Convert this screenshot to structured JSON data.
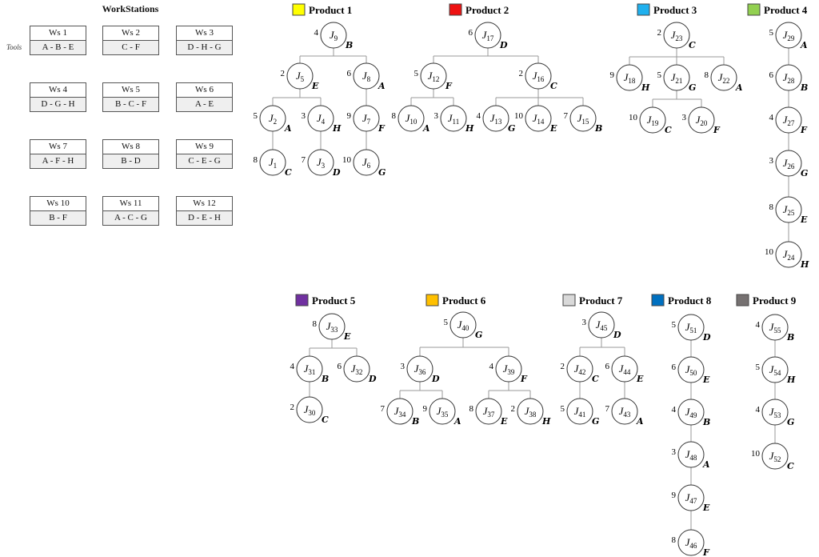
{
  "workstations": {
    "title": "WorkStations",
    "tools_label": "Tools",
    "items": [
      {
        "name": "Ws 1",
        "tools": "A - B - E"
      },
      {
        "name": "Ws 2",
        "tools": "C - F"
      },
      {
        "name": "Ws 3",
        "tools": "D - H - G"
      },
      {
        "name": "Ws 4",
        "tools": "D - G - H"
      },
      {
        "name": "Ws 5",
        "tools": "B - C - F"
      },
      {
        "name": "Ws 6",
        "tools": "A - E"
      },
      {
        "name": "Ws 7",
        "tools": "A - F - H"
      },
      {
        "name": "Ws 8",
        "tools": "B - D"
      },
      {
        "name": "Ws 9",
        "tools": "C - E - G"
      },
      {
        "name": "Ws 10",
        "tools": "B - F"
      },
      {
        "name": "Ws 11",
        "tools": "A - C - G"
      },
      {
        "name": "Ws 12",
        "tools": "D - E - H"
      }
    ]
  },
  "job_prefix": "J",
  "products": [
    {
      "title": "Product 1",
      "color": "#ffff00",
      "nodes": [
        {
          "job": "9",
          "time": "4",
          "tool": "B",
          "parent": null
        },
        {
          "job": "5",
          "time": "2",
          "tool": "E",
          "parent": "9"
        },
        {
          "job": "8",
          "time": "6",
          "tool": "A",
          "parent": "9"
        },
        {
          "job": "2",
          "time": "5",
          "tool": "A",
          "parent": "5"
        },
        {
          "job": "4",
          "time": "3",
          "tool": "H",
          "parent": "5"
        },
        {
          "job": "7",
          "time": "9",
          "tool": "F",
          "parent": "8"
        },
        {
          "job": "1",
          "time": "8",
          "tool": "C",
          "parent": "2"
        },
        {
          "job": "3",
          "time": "7",
          "tool": "D",
          "parent": "4"
        },
        {
          "job": "6",
          "time": "10",
          "tool": "G",
          "parent": "7"
        }
      ]
    },
    {
      "title": "Product 2",
      "color": "#ee1111",
      "nodes": [
        {
          "job": "17",
          "time": "6",
          "tool": "D",
          "parent": null
        },
        {
          "job": "12",
          "time": "5",
          "tool": "F",
          "parent": "17"
        },
        {
          "job": "16",
          "time": "2",
          "tool": "C",
          "parent": "17"
        },
        {
          "job": "10",
          "time": "8",
          "tool": "A",
          "parent": "12"
        },
        {
          "job": "11",
          "time": "3",
          "tool": "H",
          "parent": "12"
        },
        {
          "job": "13",
          "time": "4",
          "tool": "G",
          "parent": "16"
        },
        {
          "job": "14",
          "time": "10",
          "tool": "E",
          "parent": "16"
        },
        {
          "job": "15",
          "time": "7",
          "tool": "B",
          "parent": "16"
        }
      ]
    },
    {
      "title": "Product 3",
      "color": "#1fb0ee",
      "nodes": [
        {
          "job": "23",
          "time": "2",
          "tool": "C",
          "parent": null
        },
        {
          "job": "18",
          "time": "9",
          "tool": "H",
          "parent": "23"
        },
        {
          "job": "21",
          "time": "5",
          "tool": "G",
          "parent": "23"
        },
        {
          "job": "22",
          "time": "8",
          "tool": "A",
          "parent": "23"
        },
        {
          "job": "19",
          "time": "10",
          "tool": "C",
          "parent": "21"
        },
        {
          "job": "20",
          "time": "3",
          "tool": "F",
          "parent": "21"
        }
      ]
    },
    {
      "title": "Product 4",
      "color": "#92d050",
      "nodes": [
        {
          "job": "29",
          "time": "5",
          "tool": "A",
          "parent": null
        },
        {
          "job": "28",
          "time": "6",
          "tool": "B",
          "parent": "29"
        },
        {
          "job": "27",
          "time": "4",
          "tool": "F",
          "parent": "28"
        },
        {
          "job": "26",
          "time": "3",
          "tool": "G",
          "parent": "27"
        },
        {
          "job": "25",
          "time": "8",
          "tool": "E",
          "parent": "26"
        },
        {
          "job": "24",
          "time": "10",
          "tool": "H",
          "parent": "25"
        }
      ]
    },
    {
      "title": "Product 5",
      "color": "#7030a0",
      "nodes": [
        {
          "job": "33",
          "time": "8",
          "tool": "E",
          "parent": null
        },
        {
          "job": "31",
          "time": "4",
          "tool": "B",
          "parent": "33"
        },
        {
          "job": "32",
          "time": "6",
          "tool": "D",
          "parent": "33"
        },
        {
          "job": "30",
          "time": "2",
          "tool": "C",
          "parent": "31"
        }
      ]
    },
    {
      "title": "Product 6",
      "color": "#ffc000",
      "nodes": [
        {
          "job": "40",
          "time": "5",
          "tool": "G",
          "parent": null
        },
        {
          "job": "36",
          "time": "3",
          "tool": "D",
          "parent": "40"
        },
        {
          "job": "39",
          "time": "4",
          "tool": "F",
          "parent": "40"
        },
        {
          "job": "34",
          "time": "7",
          "tool": "B",
          "parent": "36"
        },
        {
          "job": "35",
          "time": "9",
          "tool": "A",
          "parent": "36"
        },
        {
          "job": "37",
          "time": "8",
          "tool": "E",
          "parent": "39"
        },
        {
          "job": "38",
          "time": "2",
          "tool": "H",
          "parent": "39"
        }
      ]
    },
    {
      "title": "Product 7",
      "color": "#d9d9d9",
      "nodes": [
        {
          "job": "45",
          "time": "3",
          "tool": "D",
          "parent": null
        },
        {
          "job": "42",
          "time": "2",
          "tool": "C",
          "parent": "45"
        },
        {
          "job": "44",
          "time": "6",
          "tool": "E",
          "parent": "45"
        },
        {
          "job": "41",
          "time": "5",
          "tool": "G",
          "parent": "42"
        },
        {
          "job": "43",
          "time": "7",
          "tool": "A",
          "parent": "44"
        }
      ]
    },
    {
      "title": "Product 8",
      "color": "#0070c0",
      "nodes": [
        {
          "job": "51",
          "time": "5",
          "tool": "D",
          "parent": null
        },
        {
          "job": "50",
          "time": "6",
          "tool": "E",
          "parent": "51"
        },
        {
          "job": "49",
          "time": "4",
          "tool": "B",
          "parent": "50"
        },
        {
          "job": "48",
          "time": "3",
          "tool": "A",
          "parent": "49"
        },
        {
          "job": "47",
          "time": "9",
          "tool": "E",
          "parent": "48"
        },
        {
          "job": "46",
          "time": "8",
          "tool": "F",
          "parent": "47"
        }
      ]
    },
    {
      "title": "Product 9",
      "color": "#767171",
      "nodes": [
        {
          "job": "55",
          "time": "4",
          "tool": "B",
          "parent": null
        },
        {
          "job": "54",
          "time": "5",
          "tool": "H",
          "parent": "55"
        },
        {
          "job": "53",
          "time": "4",
          "tool": "G",
          "parent": "54"
        },
        {
          "job": "52",
          "time": "10",
          "tool": "C",
          "parent": "53"
        }
      ]
    }
  ]
}
